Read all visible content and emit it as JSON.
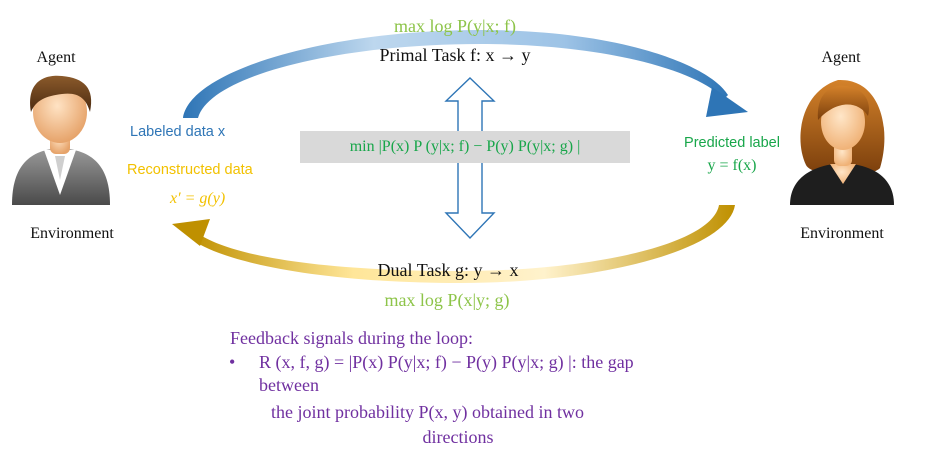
{
  "colors": {
    "green": "#8dc449",
    "blue": "#2e75b6",
    "gold": "#f2c100",
    "dark_green": "#18a64a",
    "purple": "#7030a0",
    "arrow_blue_light": "#9dc3e6",
    "arrow_blue_dark": "#2e75b6",
    "arrow_gold_light": "#ffe699",
    "arrow_gold_dark": "#bf9000",
    "box_gray": "#d9d9d9"
  },
  "left": {
    "agent_label": "Agent",
    "environment_label": "Environment",
    "labeled_data": "Labeled data x",
    "reconstructed_data": "Reconstructed data",
    "reconstructed_formula": "x′ = g(y)",
    "icon": "male-user-icon"
  },
  "right": {
    "agent_label": "Agent",
    "environment_label": "Environment",
    "predicted_label": "Predicted label",
    "predicted_formula": "y = f(x)",
    "icon": "female-user-icon"
  },
  "primal": {
    "objective": "max log P(y|x; f)",
    "task": "Primal Task f: x → y"
  },
  "dual": {
    "task": "Dual Task g: y → x",
    "objective": "max log P(x|y; g)"
  },
  "center_formula": "min |P(x) P (y|x; f) − P(y) P(y|x; g) |",
  "feedback": {
    "heading": "Feedback signals during the loop:",
    "bullet_symbol": "•",
    "line1": "R (x, f, g) = |P(x) P(y|x; f) − P(y) P(y|x; g) |: the gap",
    "line2": "between",
    "line3": "the joint probability P(x, y) obtained in two",
    "line4": "directions"
  }
}
